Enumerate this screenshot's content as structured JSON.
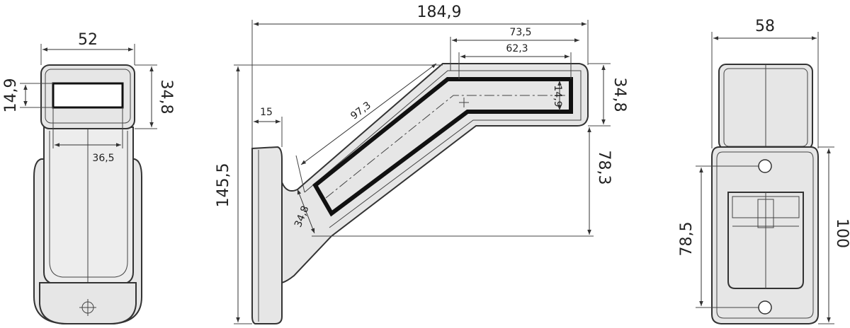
{
  "front_view": {
    "width": "52",
    "lens_height": "14,9",
    "head_height": "34,8",
    "lens_width": "36,5"
  },
  "side_view": {
    "total_length": "184,9",
    "arm_length": "73,5",
    "lens_length": "62,3",
    "diagonal_length": "97,3",
    "base_thickness": "15",
    "total_height": "145,5",
    "head_height": "34,8",
    "lens_height": "14,9",
    "head_offset": "78,3",
    "arm_width": "34,8"
  },
  "rear_view": {
    "width": "58",
    "hole_spacing": "78,5",
    "base_height": "100"
  }
}
